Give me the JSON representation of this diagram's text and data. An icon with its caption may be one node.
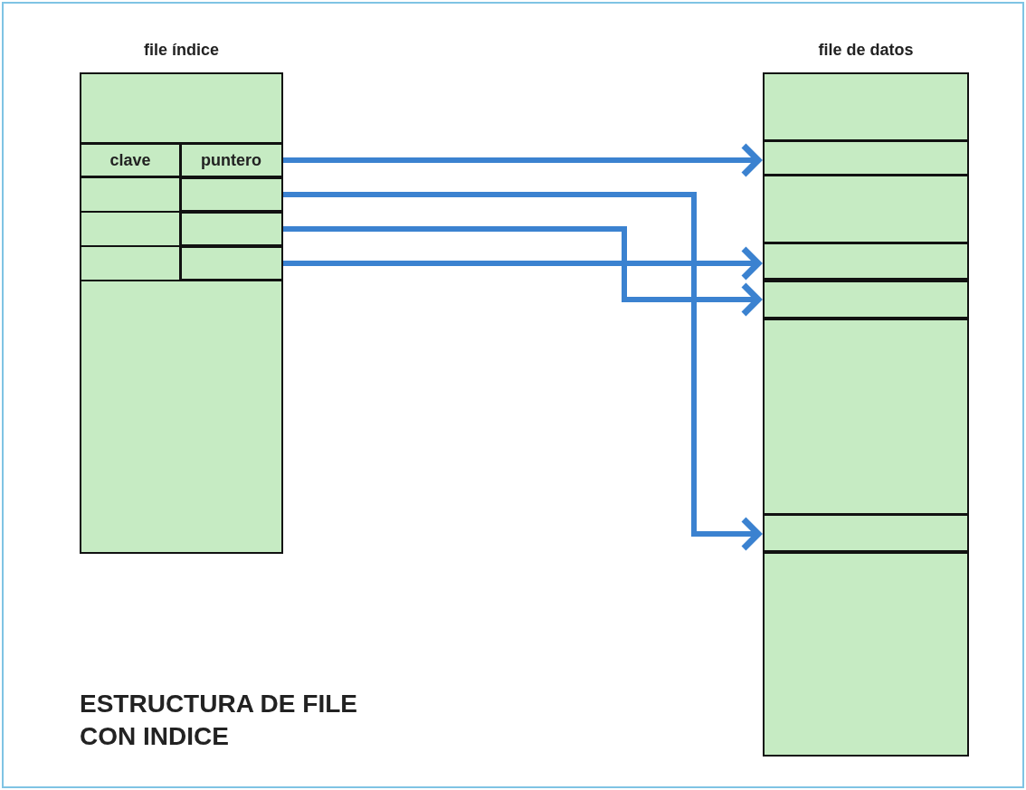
{
  "diagram": {
    "title": "ESTRUCTURA DE FILE CON INDICE",
    "nodes": [
      {
        "text": [
          "file índice"
        ]
      },
      {
        "text": [
          "clave"
        ],
        "in": 0
      },
      {
        "text": [
          "puntero"
        ],
        "in": 0
      },
      {
        "text": [],
        "shape": "box",
        "in": 0
      },
      {
        "text": [],
        "shape": "box",
        "in": 0
      },
      {
        "text": [],
        "shape": "box",
        "in": 0
      },
      {
        "text": [
          "file de datos"
        ]
      },
      {
        "text": [],
        "shape": "box",
        "in": 6
      },
      {
        "text": [],
        "shape": "box",
        "in": 6
      },
      {
        "text": [],
        "shape": "box",
        "in": 6
      },
      {
        "text": [],
        "shape": "box",
        "in": 6
      }
    ],
    "edges": [
      {
        "from": 2,
        "to": 7,
        "arrow": "to"
      },
      {
        "from": 3,
        "to": 10,
        "arrow": "to"
      },
      {
        "from": 4,
        "to": 9,
        "arrow": "to"
      },
      {
        "from": 5,
        "to": 8,
        "arrow": "to"
      }
    ]
  }
}
